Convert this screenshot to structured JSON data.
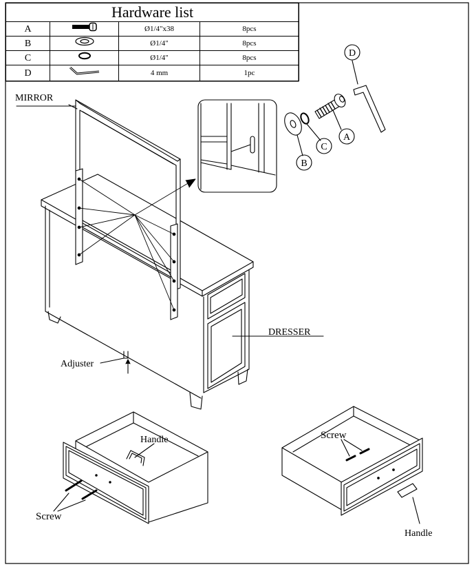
{
  "hardware_list": {
    "title": "Hardware list",
    "items": [
      {
        "letter": "A",
        "icon": "bolt-icon",
        "spec": "Ø1/4\"x38",
        "qty": "8pcs"
      },
      {
        "letter": "B",
        "icon": "flat-washer-icon",
        "spec": "Ø1/4\"",
        "qty": "8pcs"
      },
      {
        "letter": "C",
        "icon": "lock-washer-icon",
        "spec": "Ø1/4\"",
        "qty": "8pcs"
      },
      {
        "letter": "D",
        "icon": "allen-wrench-icon",
        "spec": "4 mm",
        "qty": "1pc"
      }
    ]
  },
  "labels": {
    "mirror": "MIRROR",
    "dresser": "DRESSER",
    "adjuster": "Adjuster",
    "callout_a": "A",
    "callout_b": "B",
    "callout_c": "C",
    "callout_d": "D",
    "drawer_left_handle": "Handle",
    "drawer_left_screw": "Screw",
    "drawer_right_screw": "Screw",
    "drawer_right_handle": "Handle"
  }
}
